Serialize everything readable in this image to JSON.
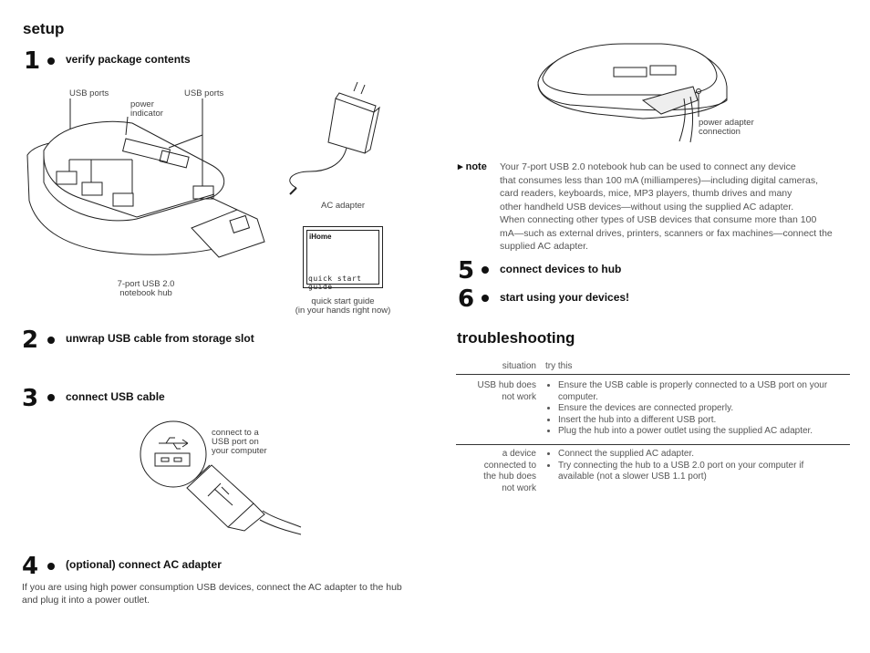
{
  "setup": {
    "title": "setup",
    "steps": [
      {
        "num": "1",
        "title": "verify package contents"
      },
      {
        "num": "2",
        "title": "unwrap USB cable from storage slot"
      },
      {
        "num": "3",
        "title": "connect USB cable"
      },
      {
        "num": "4",
        "title": "(optional) connect AC adapter"
      },
      {
        "num": "5",
        "title": "connect devices to hub"
      },
      {
        "num": "6",
        "title": "start using your devices!"
      }
    ],
    "labels": {
      "usb_ports_left": "USB ports",
      "usb_ports_right": "USB ports",
      "power_indicator_1": "power",
      "power_indicator_2": "indicator",
      "hub_caption_1": "7-port USB 2.0",
      "hub_caption_2": "notebook hub",
      "ac_adapter": "AC adapter",
      "guide_brand": "iHome",
      "guide_cover": "quick start guide",
      "guide_caption_1": "quick start guide",
      "guide_caption_2": "(in your hands right now)",
      "connect_1": "connect to a",
      "connect_2": "USB port on",
      "connect_3": "your computer",
      "power_conn_1": "power adapter",
      "power_conn_2": "connection"
    },
    "step4_text": "If you are using high power consumption USB devices, connect the AC adapter to the hub and plug it into a power outlet."
  },
  "note": {
    "label": "note",
    "lines": [
      "Your 7-port USB 2.0 notebook hub can be used to connect any device",
      "that consumes less than 100 mA (milliamperes)—including digital cameras,",
      "card readers, keyboards, mice, MP3 players, thumb drives and many",
      "other handheld USB devices—without using the supplied AC adapter.",
      "When connecting other types of USB devices that consume more than 100",
      "mA—such as external drives, printers, scanners or fax machines—connect the",
      "supplied AC adapter."
    ]
  },
  "troubleshooting": {
    "title": "troubleshooting",
    "col_situation": "situation",
    "col_try": "try this",
    "rows": [
      {
        "situation": [
          "USB hub does",
          "not work"
        ],
        "tries": [
          "Ensure the USB cable is properly connected to a USB port on your computer.",
          "Ensure the devices are connected properly.",
          "Insert the hub into a different USB port.",
          "Plug the hub into a power outlet using the supplied AC adapter."
        ]
      },
      {
        "situation": [
          "a device",
          "connected to",
          "the hub does",
          "not work"
        ],
        "tries": [
          "Connect the supplied AC adapter.",
          "Try connecting the hub to a USB 2.0 port on your computer if available (not a slower USB 1.1 port)"
        ]
      }
    ]
  }
}
